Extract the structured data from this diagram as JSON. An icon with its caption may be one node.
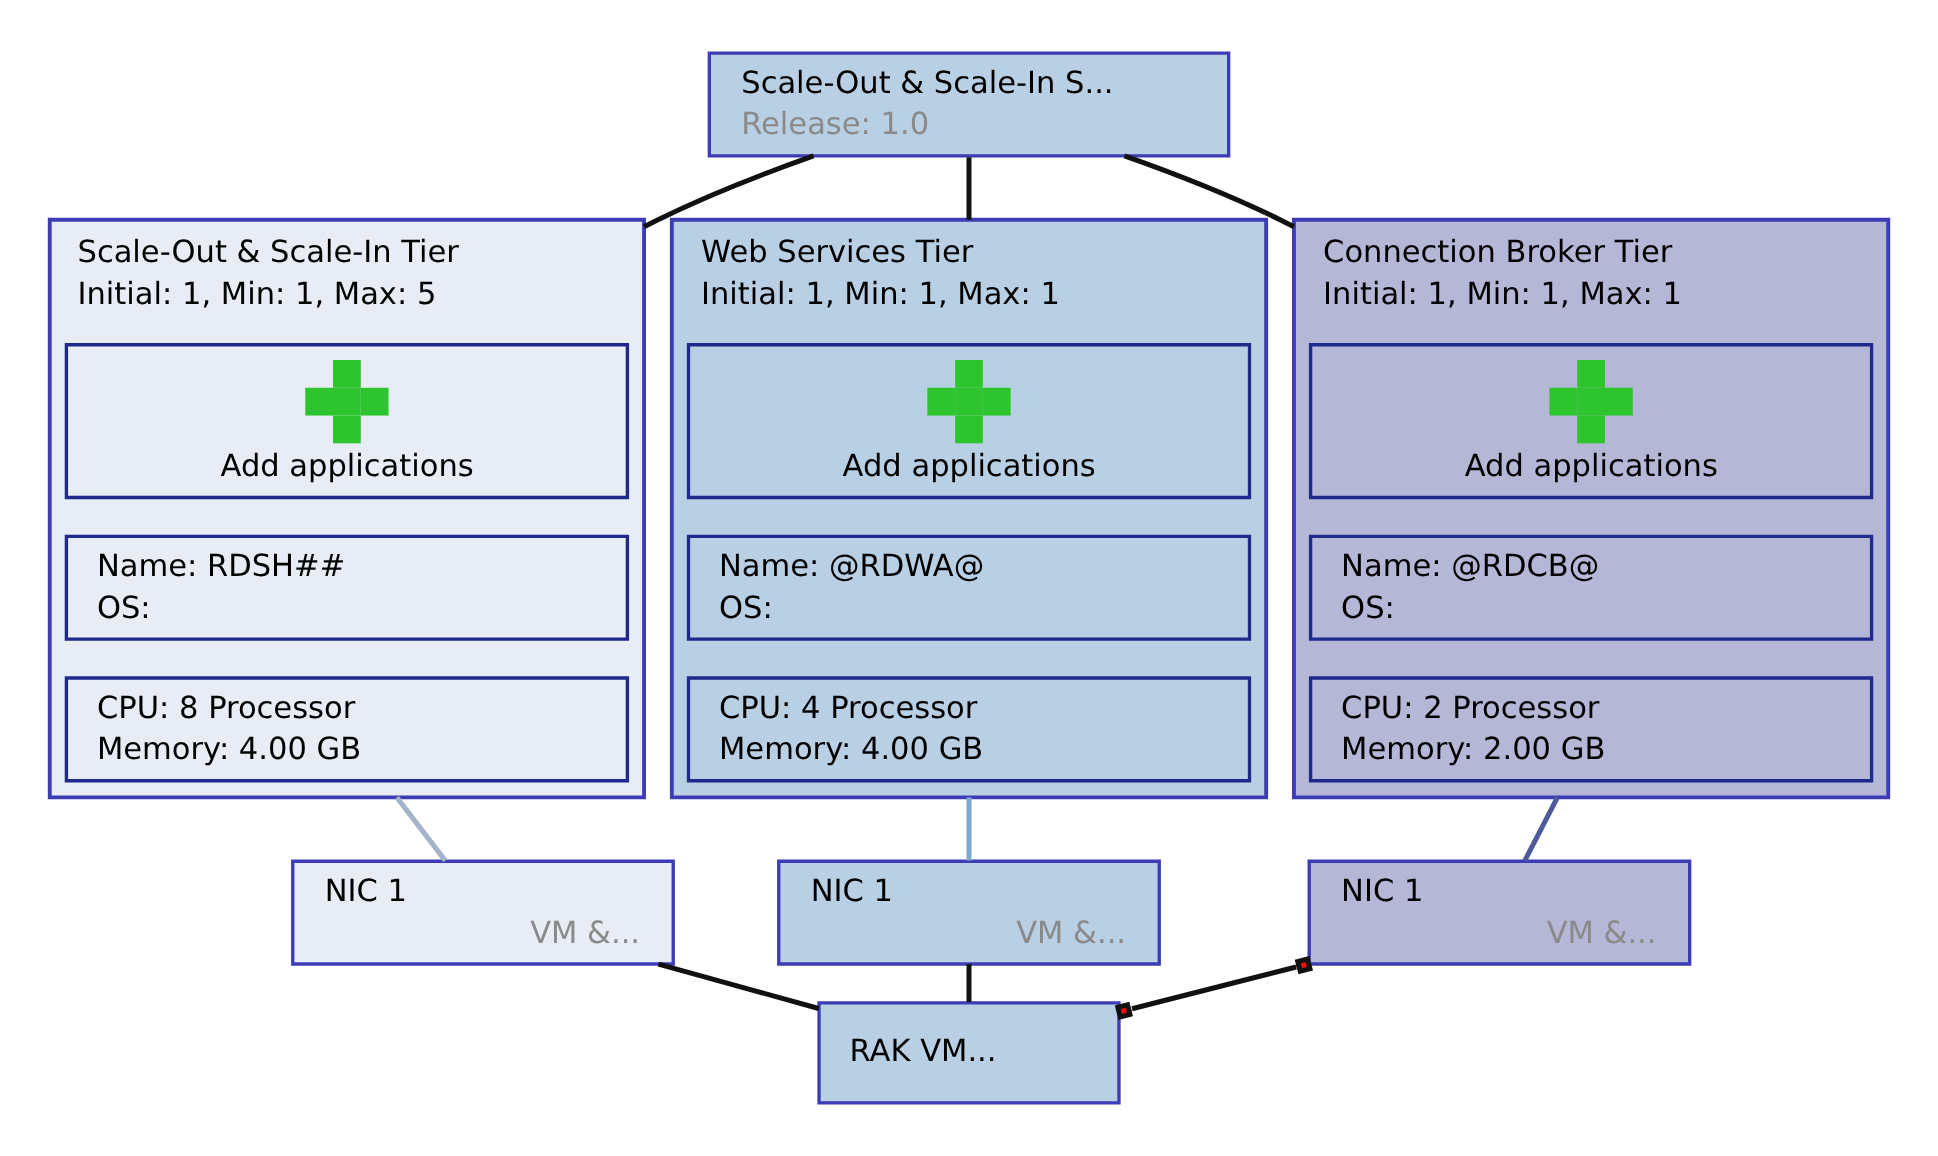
{
  "diagram": {
    "nodes": [
      {
        "text": [
          "Scale-Out & Scale-In S...",
          "Release: 1.0"
        ]
      },
      {
        "text": [
          "Scale-Out & Scale-In Tier",
          "Initial: 1, Min: 1, Max: 5"
        ]
      },
      {
        "text": [
          "Add applications"
        ],
        "in": 1
      },
      {
        "text": [
          "Name: RDSH##",
          "OS:"
        ],
        "in": 1
      },
      {
        "text": [
          "CPU: 8 Processor",
          "Memory: 4.00 GB"
        ],
        "in": 1
      },
      {
        "text": [
          "Web Services Tier",
          "Initial: 1, Min: 1, Max: 1"
        ]
      },
      {
        "text": [
          "Add applications"
        ],
        "in": 5
      },
      {
        "text": [
          "Name: @RDWA@",
          "OS:"
        ],
        "in": 5
      },
      {
        "text": [
          "CPU: 4 Processor",
          "Memory: 4.00 GB"
        ],
        "in": 5
      },
      {
        "text": [
          "Connection Broker Tier",
          "Initial: 1, Min: 1, Max: 1"
        ]
      },
      {
        "text": [
          "Add applications"
        ],
        "in": 9
      },
      {
        "text": [
          "Name: @RDCB@",
          "OS:"
        ],
        "in": 9
      },
      {
        "text": [
          "CPU: 2 Processor",
          "Memory: 2.00 GB"
        ],
        "in": 9
      },
      {
        "text": [
          "NIC 1",
          "VM &..."
        ]
      },
      {
        "text": [
          "NIC 1",
          "VM &..."
        ]
      },
      {
        "text": [
          "NIC 1",
          "VM &..."
        ]
      },
      {
        "text": [
          "RAK VM..."
        ]
      }
    ],
    "edges": [
      {
        "from": 0,
        "to": 1,
        "arrow": "none"
      },
      {
        "from": 0,
        "to": 5,
        "arrow": "none"
      },
      {
        "from": 0,
        "to": 9,
        "arrow": "none"
      },
      {
        "from": 1,
        "to": 13,
        "arrow": "none",
        "color": "#a3b3c9"
      },
      {
        "from": 5,
        "to": 14,
        "arrow": "none",
        "color": "#7fa7cb"
      },
      {
        "from": 9,
        "to": 15,
        "arrow": "none",
        "color": "#4f5a9a"
      },
      {
        "from": 13,
        "to": 16,
        "arrow": "none"
      },
      {
        "from": 14,
        "to": 16,
        "arrow": "none"
      },
      {
        "from": 15,
        "to": 16,
        "arrow": "other"
      }
    ]
  }
}
